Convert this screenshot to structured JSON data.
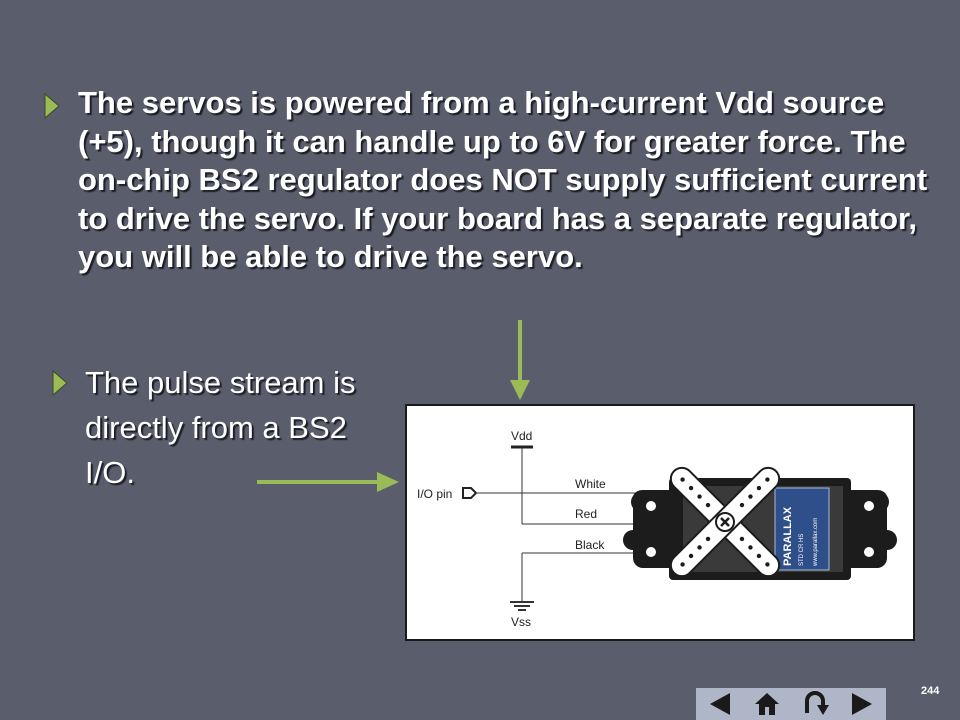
{
  "slide": {
    "bullet1": "The servos is powered from a high-current Vdd source (+5), though it can handle up to 6V for greater force.  The on-chip BS2 regulator does NOT supply sufficient current to drive the servo.  If your board has a separate regulator, you will be able to drive the servo.",
    "bullet2": "The pulse stream is directly from a BS2 I/O.",
    "page_number": "244",
    "accent_color": "#9bbb59",
    "background_color": "#5a5d6c"
  },
  "diagram": {
    "labels": {
      "vdd": "Vdd",
      "io_pin": "I/O pin",
      "white": "White",
      "red": "Red",
      "black": "Black",
      "vss": "Vss"
    },
    "servo_label": {
      "brand": "PARALLAX",
      "url": "www.parallax.com",
      "options": "STD  CR  HS"
    }
  },
  "nav": {
    "buttons": [
      "prev-icon",
      "home-icon",
      "return-icon",
      "next-icon"
    ]
  }
}
